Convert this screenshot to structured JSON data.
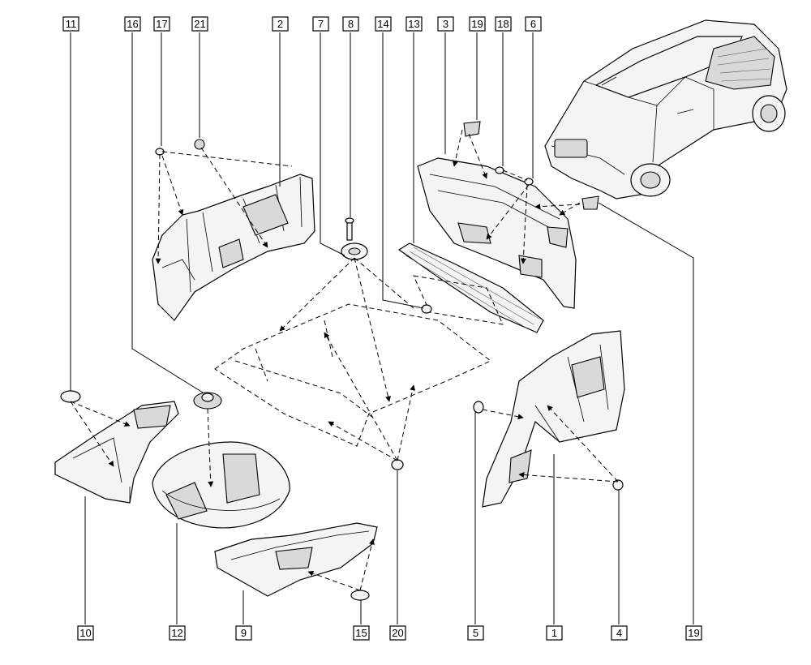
{
  "callouts": {
    "top": [
      "11",
      "16",
      "17",
      "21",
      "2",
      "7",
      "8",
      "14",
      "13",
      "3",
      "19",
      "18",
      "6"
    ],
    "bottom": [
      "10",
      "12",
      "9",
      "15",
      "20",
      "5",
      "1",
      "4",
      "19"
    ]
  },
  "colors": {
    "ink": "#000000",
    "paper": "#ffffff",
    "part_fill": "#f4f4f4",
    "shade": "#d9d9d9"
  }
}
